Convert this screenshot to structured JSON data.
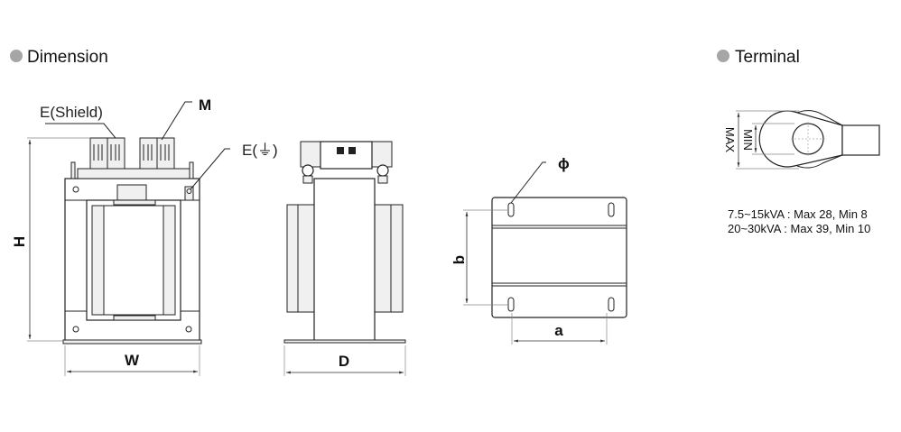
{
  "headings": {
    "dimension": "Dimension",
    "terminal": "Terminal"
  },
  "bullet_color": "#a6a6a6",
  "labels": {
    "shield": "E(Shield)",
    "M": "M",
    "ground": "E(⏚)",
    "H": "H",
    "W": "W",
    "D": "D",
    "phi": "ϕ",
    "a": "a",
    "b": "b",
    "max": "MAX",
    "min": "MIN"
  },
  "terminal_specs": [
    "7.5~15kVA : Max 28,  Min 8",
    "20~30kVA : Max 39,  Min 10"
  ]
}
